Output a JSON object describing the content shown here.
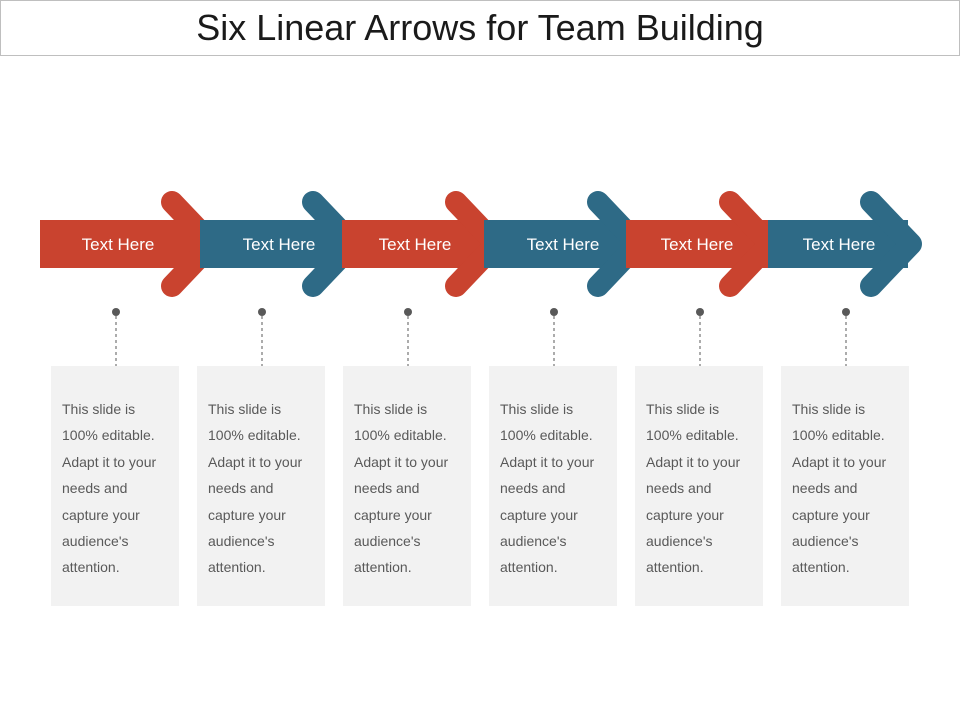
{
  "title": "Six Linear Arrows for Team Building",
  "colors": {
    "red": "#c9432f",
    "teal": "#2e6a86",
    "connector": "#595959",
    "box_bg": "#f2f2f2"
  },
  "steps": [
    {
      "label": "Text Here",
      "color": "red",
      "description": "This slide is 100% editable. Adapt it to your needs and capture your audience's attention."
    },
    {
      "label": "Text Here",
      "color": "teal",
      "description": "This slide is 100% editable. Adapt it to your needs and capture your audience's attention."
    },
    {
      "label": "Text Here",
      "color": "red",
      "description": "This slide is 100% editable. Adapt it to your needs and capture your audience's attention."
    },
    {
      "label": "Text Here",
      "color": "teal",
      "description": "This slide is 100% editable. Adapt it to your needs and capture your audience's attention."
    },
    {
      "label": "Text Here",
      "color": "red",
      "description": "This slide is 100% editable. Adapt it to your needs and capture your audience's attention."
    },
    {
      "label": "Text Here",
      "color": "teal",
      "description": "This slide is 100% editable. Adapt it to your needs and capture your audience's attention."
    }
  ]
}
